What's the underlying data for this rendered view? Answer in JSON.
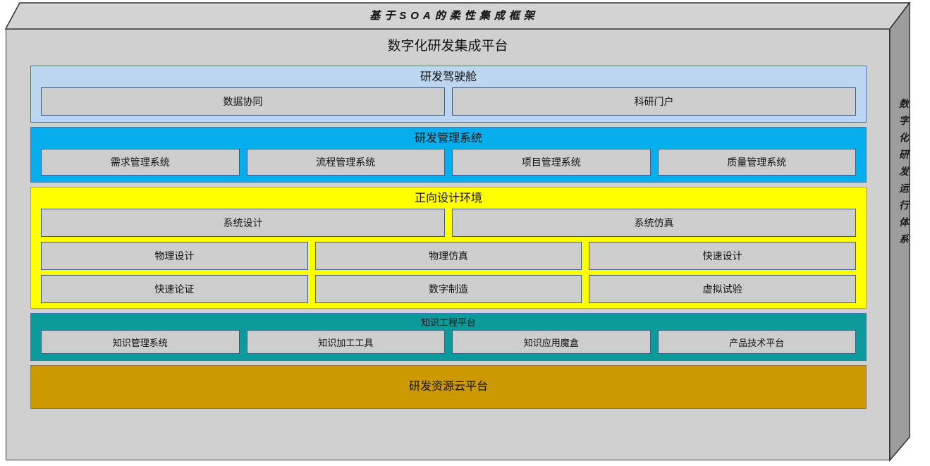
{
  "diagram": {
    "banner_title": "基于SOA的柔性集成框架",
    "platform_title": "数字化研发集成平台",
    "side_label": "数字化研发运行体系",
    "colors": {
      "cockpit": "#bcd6ef",
      "management": "#06aeee",
      "design": "#ffff00",
      "knowledge": "#0d9a9a",
      "cloud": "#cc9900",
      "box_face": "#d0d0d0",
      "box_side": "#9d9d9d",
      "cell_fill": "#cdcdcd",
      "cell_border": "#3c5a86"
    },
    "layers": [
      {
        "id": "cockpit",
        "title": "研发驾驶舱",
        "rows": [
          {
            "cells": [
              "数据协同",
              "科研门户"
            ]
          }
        ]
      },
      {
        "id": "management",
        "title": "研发管理系统",
        "rows": [
          {
            "cells": [
              "需求管理系统",
              "流程管理系统",
              "项目管理系统",
              "质量管理系统"
            ]
          }
        ]
      },
      {
        "id": "design",
        "title": "正向设计环境",
        "rows": [
          {
            "cells": [
              "系统设计",
              "系统仿真"
            ]
          },
          {
            "cells": [
              "物理设计",
              "物理仿真",
              "快速设计"
            ]
          },
          {
            "cells": [
              "快速论证",
              "数字制造",
              "虚拟试验"
            ]
          }
        ]
      },
      {
        "id": "knowledge",
        "title": "知识工程平台",
        "rows": [
          {
            "cells": [
              "知识管理系统",
              "知识加工工具",
              "知识应用魔盒",
              "产品技术平台"
            ]
          }
        ]
      },
      {
        "id": "cloud",
        "title": "研发资源云平台",
        "rows": []
      }
    ]
  }
}
